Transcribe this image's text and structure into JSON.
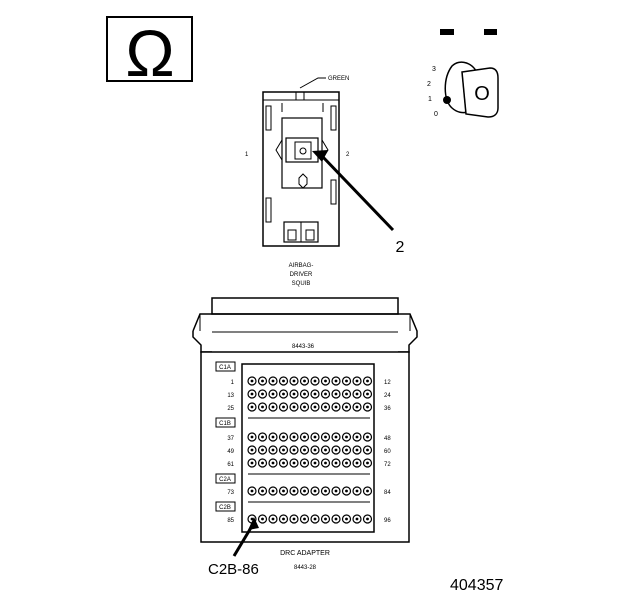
{
  "ohm_symbol": "Ω",
  "key_positions": [
    "3",
    "2",
    "1",
    "0"
  ],
  "key_letter": "O",
  "connector": {
    "wire_color": "GREEN",
    "pin_left": "1",
    "pin_right": "2",
    "callout": "2",
    "name_lines": [
      "AIRBAG-",
      "DRIVER",
      "SQUIB"
    ]
  },
  "adapter": {
    "part_number_top": "8443-36",
    "groups": [
      "C1A",
      "C1B",
      "C2A",
      "C2B"
    ],
    "rows": [
      {
        "left": "1",
        "right": "12"
      },
      {
        "left": "13",
        "right": "24"
      },
      {
        "left": "25",
        "right": "36"
      },
      {
        "left": "37",
        "right": "48"
      },
      {
        "left": "49",
        "right": "60"
      },
      {
        "left": "61",
        "right": "72"
      },
      {
        "left": "73",
        "right": "84"
      },
      {
        "left": "85",
        "right": "96"
      }
    ],
    "pin_callout": "C2B-86",
    "title": "DRC ADAPTER",
    "part_number_bottom": "8443-28"
  },
  "figure_number": "404357",
  "colors": {
    "ink": "#000000",
    "paper": "#ffffff"
  }
}
